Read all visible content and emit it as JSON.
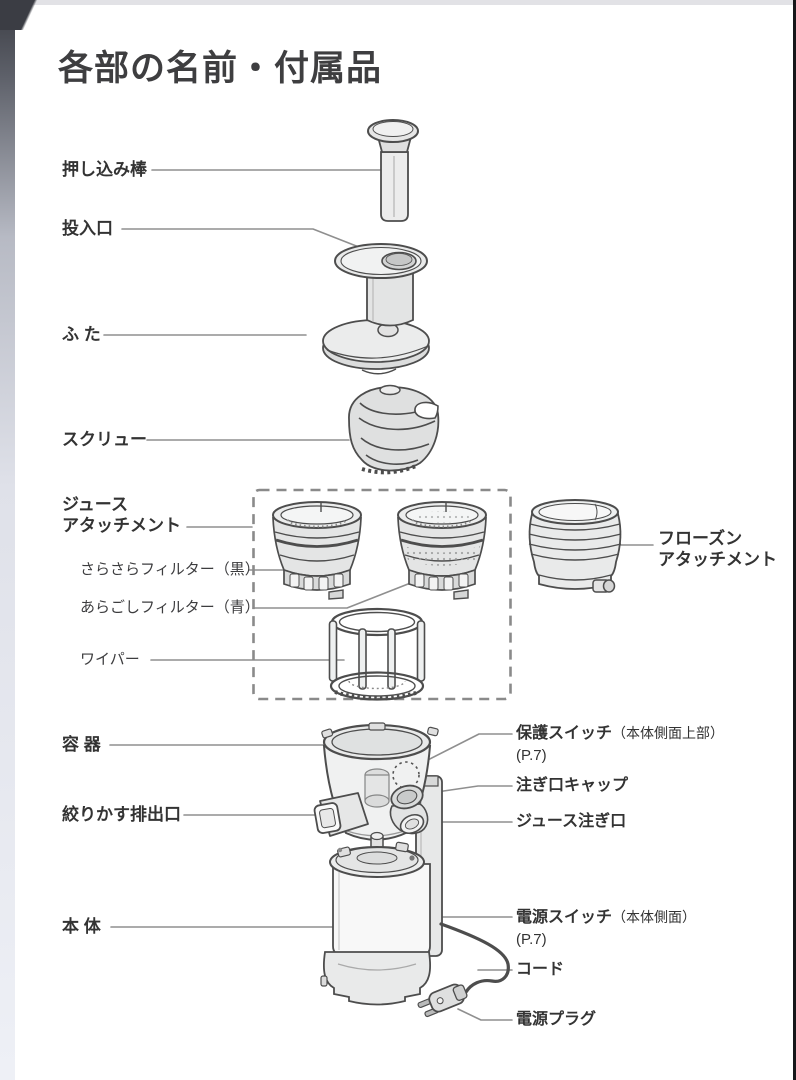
{
  "page": {
    "title": "各部の名前・付属品"
  },
  "labels": {
    "pusher": "押し込み棒",
    "inlet": "投入口",
    "lid": "ふ た",
    "screw": "スクリュー",
    "juice_attachment": {
      "line1": "ジュース",
      "line2": "アタッチメント"
    },
    "fine_filter": "さらさらフィルター（黒）",
    "coarse_filter": "あらごしフィルター（青）",
    "wiper": "ワイパー",
    "container": "容 器",
    "pulp_outlet": "絞りかす排出口",
    "main_body": "本 体",
    "frozen_attachment": {
      "line1": "フローズン",
      "line2": "アタッチメント"
    },
    "protect_switch": {
      "name": "保護スイッチ",
      "location": "（本体側面上部）",
      "page_ref": "(P.7)"
    },
    "spout_cap": "注ぎ口キャップ",
    "juice_spout": "ジュース注ぎ口",
    "power_switch": {
      "name": "電源スイッチ",
      "location": "（本体側面）",
      "page_ref": "(P.7)"
    },
    "cord": "コード",
    "power_plug": "電源プラグ"
  },
  "colors": {
    "outline": "#4d4d4d",
    "leader_line": "#8f8f8f",
    "fill_light": "#e8e8e8",
    "text": "#333333"
  }
}
